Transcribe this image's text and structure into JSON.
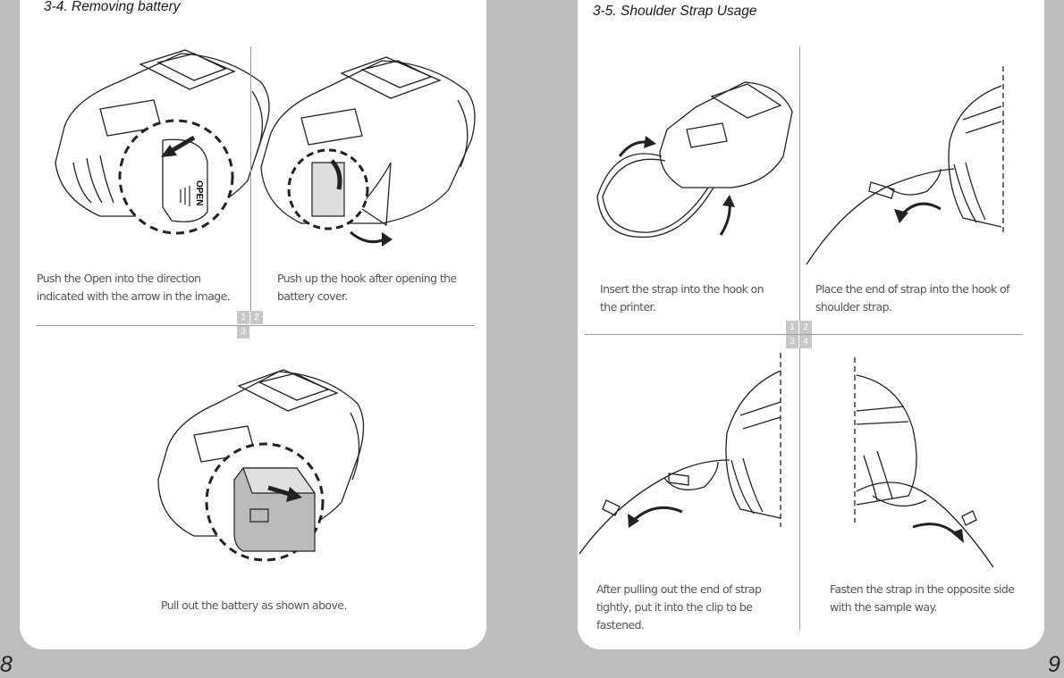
{
  "left": {
    "title": "3-4. Removing battery",
    "captions": {
      "step1": "Push the Open into the direction\nindicated with the arrow in the image.",
      "step2": "Push up the hook after opening the\nbattery cover.",
      "step3": "Pull out the battery as shown above."
    },
    "grid": [
      "1",
      "2",
      "3"
    ],
    "cover_label": "OPEN",
    "page_number": "8"
  },
  "right": {
    "title": "3-5. Shoulder Strap Usage",
    "captions": {
      "step1": "Insert the strap into the hook on\nthe printer.",
      "step2": "Place the end of strap into the hook of\nshoulder strap.",
      "step3": "After pulling out the end of strap\ntightly, put it into the clip to be\nfastened.",
      "step4": "Fasten the strap in the opposite side\nwith the sample way."
    },
    "grid": [
      "1",
      "2",
      "3",
      "4"
    ],
    "page_number": "9"
  },
  "colors": {
    "background": "#bdbdbd",
    "panel": "#ffffff",
    "grid_cell": "#c8c8c8",
    "caption_text": "#555555"
  }
}
